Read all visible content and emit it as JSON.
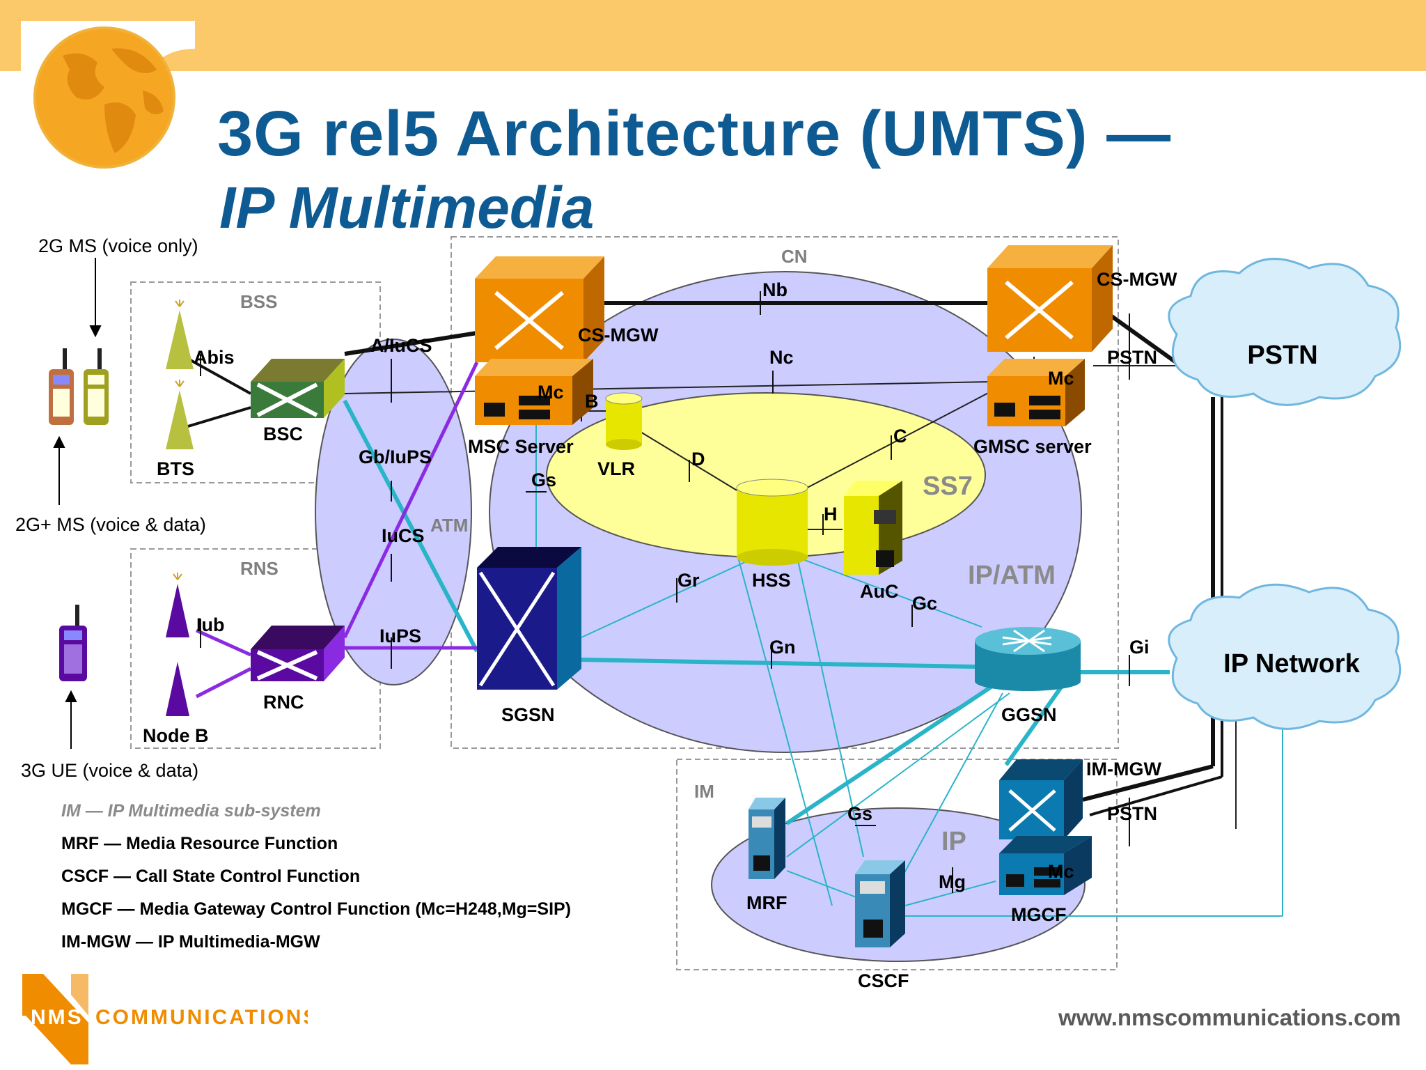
{
  "slide": {
    "title_line1": "3G rel5 Architecture (UMTS) —",
    "title_line2": "IP Multimedia",
    "url": "www.nmscommunications.com"
  },
  "logo": {
    "nms": "NMS",
    "communications": "COMMUNICATIONS"
  },
  "colors": {
    "title": "#0e5a92",
    "band": "#fcc96a",
    "core_ellipse": "#ccccff",
    "ss7_ellipse": "#ffff99",
    "cyan_link": "#2ab4c8",
    "purple_link": "#8a2be2",
    "orange_device": "#f08c00"
  },
  "terminals": {
    "ms2g": "2G MS (voice only)",
    "ms2gplus": "2G+ MS (voice & data)",
    "ue3g": "3G UE (voice & data)"
  },
  "domains": {
    "bss": "BSS",
    "rns": "RNS",
    "cn": "CN",
    "atm": "ATM",
    "ss7": "SS7",
    "ipatm": "IP/ATM",
    "im": "IM",
    "ip": "IP"
  },
  "nodes": {
    "bts": "BTS",
    "bsc": "BSC",
    "node_b": "Node B",
    "rnc": "RNC",
    "cs_mgw_left": "CS-MGW",
    "msc_server": "MSC Server",
    "vlr": "VLR",
    "hss": "HSS",
    "auc": "AuC",
    "cs_mgw_right": "CS-MGW",
    "gmsc_server": "GMSC server",
    "sgsn": "SGSN",
    "ggsn": "GGSN",
    "pstn_cloud": "PSTN",
    "ip_cloud": "IP Network",
    "im_mgw": "IM-MGW",
    "mgcf": "MGCF",
    "mrf": "MRF",
    "cscf": "CSCF"
  },
  "interfaces": {
    "abis": "Abis",
    "iub": "Iub",
    "a_iucs": "A/IuCS",
    "gb_iups": "Gb/IuPS",
    "iucs": "IuCS",
    "iups": "IuPS",
    "nb": "Nb",
    "nc": "Nc",
    "mc_msc": "Mc",
    "b": "B",
    "d": "D",
    "c": "C",
    "h": "H",
    "gs_core": "Gs",
    "gr": "Gr",
    "gc": "Gc",
    "gn": "Gn",
    "gi": "Gi",
    "mc_gmsc": "Mc",
    "pstn_top": "PSTN",
    "pstn_bottom": "PSTN",
    "gs_im": "Gs",
    "mg": "Mg",
    "mc_mgcf": "Mc"
  },
  "legend": [
    "IM — IP Multimedia sub-system",
    "MRF — Media Resource Function",
    "CSCF — Call State Control Function",
    "MGCF — Media Gateway Control Function (Mc=H248,Mg=SIP)",
    "IM-MGW — IP Multimedia-MGW"
  ]
}
